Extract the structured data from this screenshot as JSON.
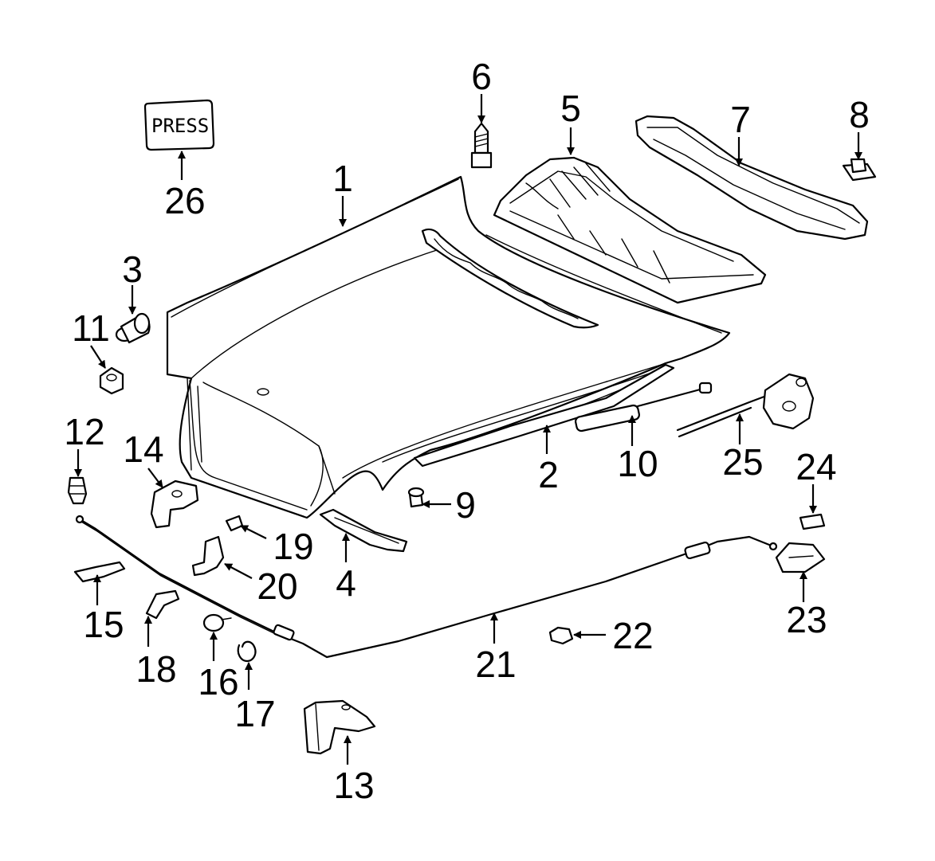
{
  "label_text": "PRESS",
  "callouts": [
    {
      "id": "1",
      "name": "callout-1"
    },
    {
      "id": "2",
      "name": "callout-2"
    },
    {
      "id": "3",
      "name": "callout-3"
    },
    {
      "id": "4",
      "name": "callout-4"
    },
    {
      "id": "5",
      "name": "callout-5"
    },
    {
      "id": "6",
      "name": "callout-6"
    },
    {
      "id": "7",
      "name": "callout-7"
    },
    {
      "id": "8",
      "name": "callout-8"
    },
    {
      "id": "9",
      "name": "callout-9"
    },
    {
      "id": "10",
      "name": "callout-10"
    },
    {
      "id": "11",
      "name": "callout-11"
    },
    {
      "id": "12",
      "name": "callout-12"
    },
    {
      "id": "13",
      "name": "callout-13"
    },
    {
      "id": "14",
      "name": "callout-14"
    },
    {
      "id": "15",
      "name": "callout-15"
    },
    {
      "id": "16",
      "name": "callout-16"
    },
    {
      "id": "17",
      "name": "callout-17"
    },
    {
      "id": "18",
      "name": "callout-18"
    },
    {
      "id": "19",
      "name": "callout-19"
    },
    {
      "id": "20",
      "name": "callout-20"
    },
    {
      "id": "21",
      "name": "callout-21"
    },
    {
      "id": "22",
      "name": "callout-22"
    },
    {
      "id": "23",
      "name": "callout-23"
    },
    {
      "id": "24",
      "name": "callout-24"
    },
    {
      "id": "25",
      "name": "callout-25"
    },
    {
      "id": "26",
      "name": "callout-26"
    }
  ]
}
